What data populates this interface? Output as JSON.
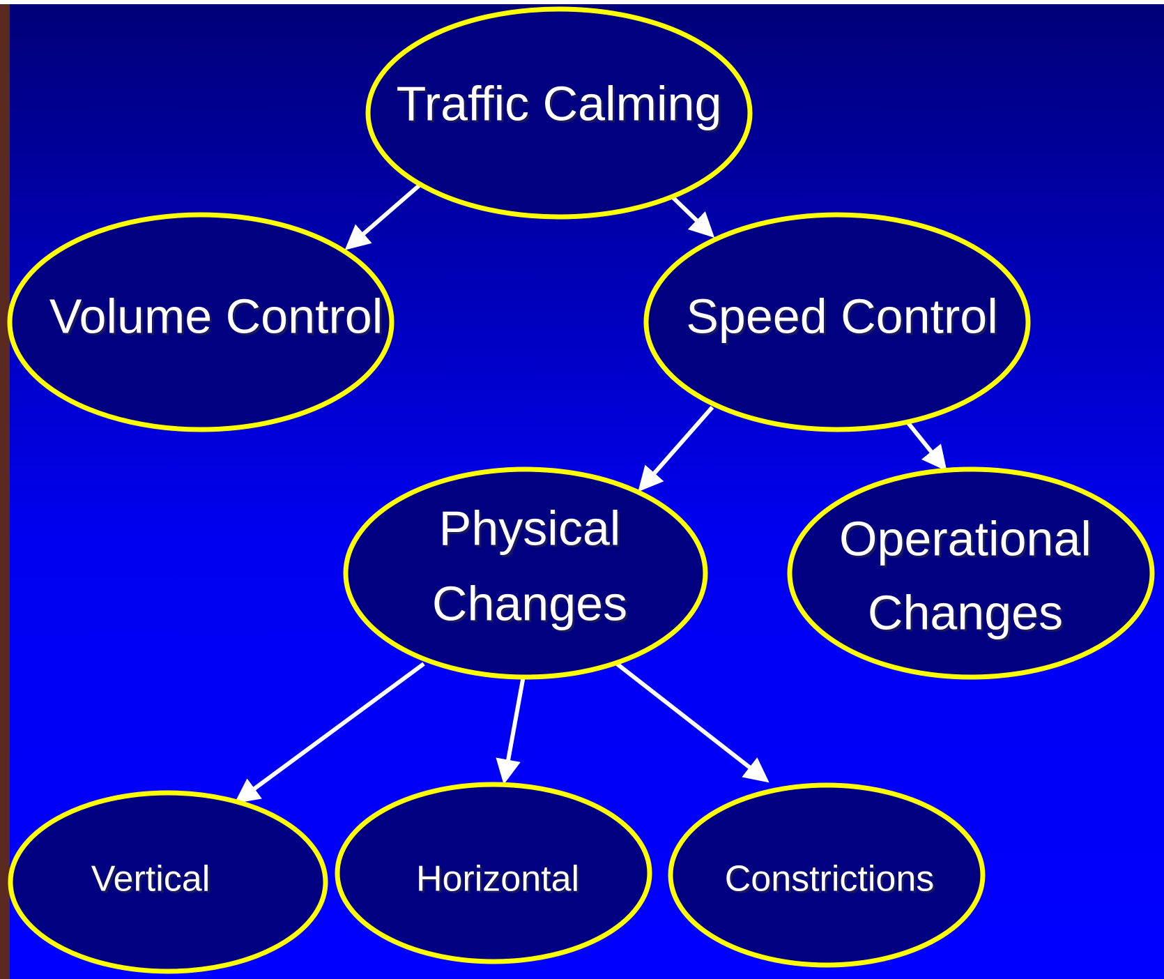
{
  "colors": {
    "background_top": "#000077",
    "background_bottom": "#0000ff",
    "node_fill": "#000080",
    "node_stroke": "#ffff00",
    "text": "#ffffff",
    "arrow": "#ffffff"
  },
  "nodes": {
    "traffic_calming": "Traffic Calming",
    "volume_control": "Volume Control",
    "speed_control": "Speed Control",
    "physical_changes_line1": "Physical",
    "physical_changes_line2": "Changes",
    "operational_changes_line1": "Operational",
    "operational_changes_line2": "Changes",
    "vertical": "Vertical",
    "horizontal": "Horizontal",
    "constrictions": "Constrictions"
  }
}
